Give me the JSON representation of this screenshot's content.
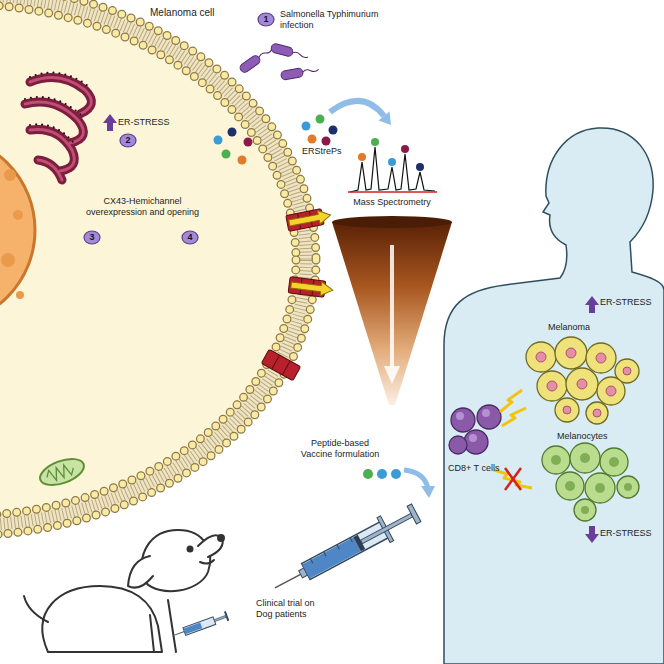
{
  "diagram": {
    "nodes": [
      {
        "text": [
          "1"
        ]
      },
      {
        "text": [
          "2"
        ]
      },
      {
        "text": [
          "3"
        ]
      },
      {
        "text": [
          "4"
        ]
      }
    ],
    "labels": [
      "Melanoma cell",
      "Salmonella Typhimurium infection",
      "ER-STRESS",
      "CX43-Hemichannel overexpression and opening",
      "ERStrePs",
      "Mass Spectrometry",
      "ER-STRESS",
      "Melanoma",
      "Peptide-based Vaccine formulation",
      "CD8+ T cells",
      "Melanocytes",
      "ER-STRESS",
      "Clinical trial on Dog patients"
    ]
  }
}
